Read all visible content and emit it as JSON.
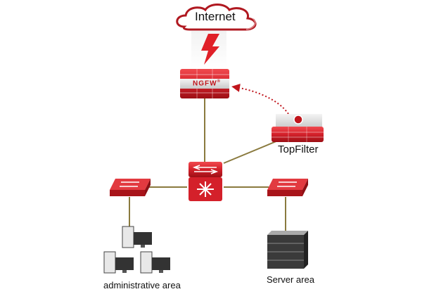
{
  "diagram": {
    "nodes": {
      "internet": {
        "label": "Internet",
        "type": "cloud"
      },
      "ngfw": {
        "label": "NGFW",
        "mark": "®",
        "type": "firewall"
      },
      "topfilter": {
        "label": "TopFilter",
        "type": "filter-appliance"
      },
      "core_switch": {
        "label": "",
        "type": "layer3-switch"
      },
      "switch_left": {
        "label": "",
        "type": "switch"
      },
      "switch_right": {
        "label": "",
        "type": "switch"
      },
      "admin_area": {
        "label": "administrative area",
        "type": "workstations",
        "count": 3
      },
      "server_area": {
        "label": "Server area",
        "type": "server-rack"
      }
    },
    "links": [
      {
        "from": "internet",
        "to": "ngfw",
        "style": "lightning"
      },
      {
        "from": "ngfw",
        "to": "core_switch",
        "style": "solid"
      },
      {
        "from": "topfilter",
        "to": "core_switch",
        "style": "solid"
      },
      {
        "from": "topfilter",
        "to": "ngfw",
        "style": "dotted-arrow"
      },
      {
        "from": "core_switch",
        "to": "switch_left",
        "style": "solid"
      },
      {
        "from": "core_switch",
        "to": "switch_right",
        "style": "solid"
      },
      {
        "from": "switch_left",
        "to": "admin_area",
        "style": "solid"
      },
      {
        "from": "switch_right",
        "to": "server_area",
        "style": "solid"
      }
    ],
    "colors": {
      "primary_red": "#d4202a",
      "dark_red": "#9c1016",
      "link": "#8a7a3e",
      "cloud_border": "#b01820"
    }
  }
}
